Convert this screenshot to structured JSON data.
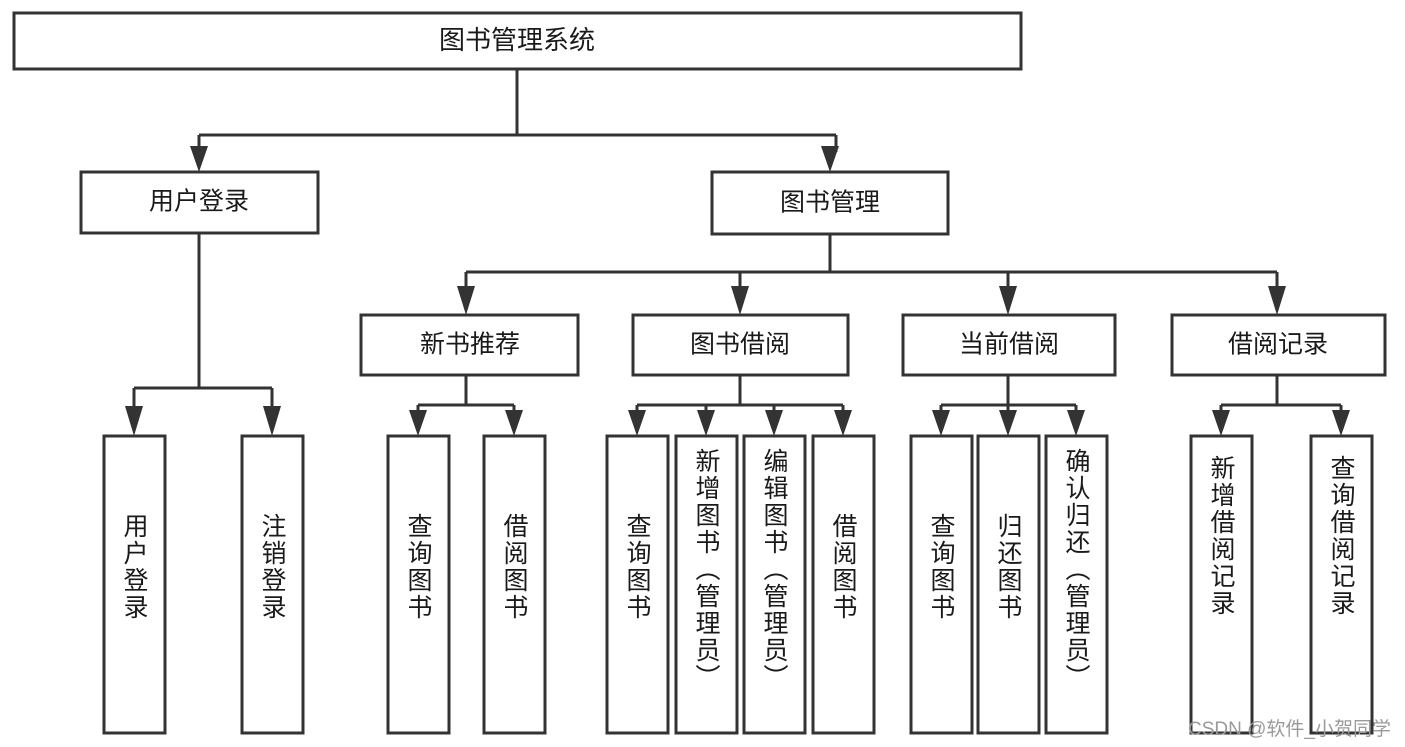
{
  "diagram": {
    "type": "tree",
    "title": "图书管理系统",
    "watermark": "CSDN @软件_小贺同学",
    "colors": {
      "stroke": "#333333",
      "fill": "#ffffff",
      "text": "#1a1a1a",
      "watermark": "#9a9a9a"
    },
    "root": {
      "label": "图书管理系统"
    },
    "level2": [
      {
        "label": "用户登录"
      },
      {
        "label": "图书管理"
      }
    ],
    "level3": [
      {
        "label": "新书推荐"
      },
      {
        "label": "图书借阅"
      },
      {
        "label": "当前借阅"
      },
      {
        "label": "借阅记录"
      }
    ],
    "leaves": {
      "user_login": [
        {
          "label": "用户登录"
        },
        {
          "label": "注销登录"
        }
      ],
      "new_book": [
        {
          "label": "查询图书"
        },
        {
          "label": "借阅图书"
        }
      ],
      "borrow_book": [
        {
          "label": "查询图书"
        },
        {
          "label": "新增图书（管理员）"
        },
        {
          "label": "编辑图书（管理员）"
        },
        {
          "label": "借阅图书"
        }
      ],
      "current_borrow": [
        {
          "label": "查询图书"
        },
        {
          "label": "归还图书"
        },
        {
          "label": "确认归还（管理员）"
        }
      ],
      "borrow_record": [
        {
          "label": "新增借阅记录"
        },
        {
          "label": "查询借阅记录"
        }
      ]
    }
  }
}
